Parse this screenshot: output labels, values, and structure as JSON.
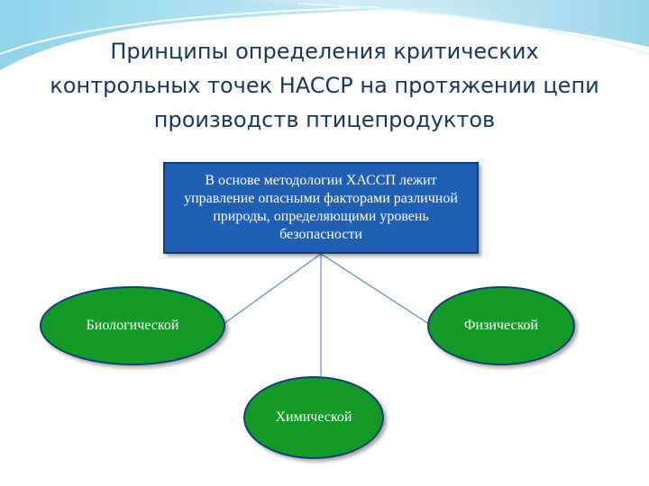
{
  "title": "Принципы определения критических\nконтрольных точек HACCP на протяжении цепи\nпроизводств птицепродуктов",
  "center_box": {
    "text": "В основе методологии ХАССП лежит управление опасными факторами различной природы, определяющими уровень безопасности"
  },
  "nodes": {
    "biological": "Биологической",
    "physical": "Физической",
    "chemical": "Химической"
  },
  "colors": {
    "title": "#17375e",
    "box_fill": "#1f5fb4",
    "ellipse_fill": "#149a26",
    "connector": "#5b8bd0",
    "swoosh": "#7ec8e3"
  }
}
